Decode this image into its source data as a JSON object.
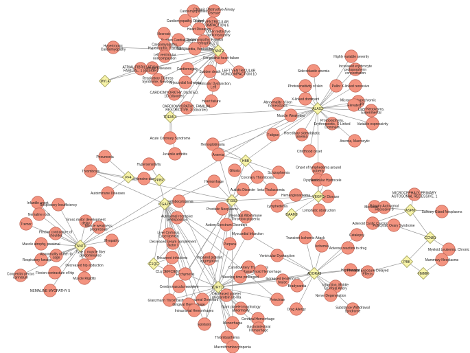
{
  "genes": [
    {
      "id": "TNNT2",
      "label": "TNNT2"
    },
    {
      "id": "MYL4",
      "label": "MYL4"
    },
    {
      "id": "TREML1",
      "label": "TREML1"
    },
    {
      "id": "ALAS2",
      "label": "ALAS2"
    },
    {
      "id": "HBB",
      "label": "HBB"
    },
    {
      "id": "PF4",
      "label": "PF4"
    },
    {
      "id": "PPBP",
      "label": "PPBP"
    },
    {
      "id": "ITGA2B",
      "label": "ITGA2B"
    },
    {
      "id": "ITGB3",
      "label": "ITGB3"
    },
    {
      "id": "VEGFC",
      "label": "VEGFC"
    },
    {
      "id": "DAAM2",
      "label": "DAAM2"
    },
    {
      "id": "ASPM",
      "label": "ASPM"
    },
    {
      "id": "CCNB1",
      "label": "CCNB1"
    },
    {
      "id": "PBK",
      "label": "PBK"
    },
    {
      "id": "HMMR",
      "label": "HMMR"
    },
    {
      "id": "TNNT1",
      "label": "TNNT1"
    },
    {
      "id": "C1QC",
      "label": "C1QC"
    },
    {
      "id": "ADORA3",
      "label": "ADORA3"
    },
    {
      "id": "P2RY12",
      "label": "P2RY12"
    }
  ],
  "diseases": [
    {
      "label": "Cardiomyopathies",
      "gene": "TNNT2"
    },
    {
      "label": "Chronic Obstructive Airway Disease",
      "gene": "TNNT2"
    },
    {
      "label": "Cardiomyopathy, Dilated",
      "gene": "TNNT2"
    },
    {
      "label": "LEFT VENTRICULAR NONCOMPACTION 6",
      "gene": "TNNT2"
    },
    {
      "label": "Heart Diseases",
      "gene": "TNNT2"
    },
    {
      "label": "Other restrictive cardiomyopathy",
      "gene": "TNNT2"
    },
    {
      "label": "Necrosis",
      "gene": "TNNT2"
    },
    {
      "label": "Sudden Cardiac Death",
      "gene": "TNNT2"
    },
    {
      "label": "Cardiomyopathy, Familial Hypertrophic, 2",
      "gene": "TNNT2"
    },
    {
      "label": "Hypertrophic Cardiomyopathy",
      "gene": "TNNT2"
    },
    {
      "label": "Cardiomyopathy, Hypertrophic, Familial",
      "gene": "TNNT2"
    },
    {
      "label": "Tachycardia, Ventricular",
      "gene": "TNNT2"
    },
    {
      "label": "Left ventricular noncompaction",
      "gene": "TNNT2"
    },
    {
      "label": "Congestive heart failure",
      "gene": "TNNT2"
    },
    {
      "label": "Cardiovascular Diseases",
      "gene": "TNNT2"
    },
    {
      "label": "Cardiomegaly",
      "gene": "TNNT2"
    },
    {
      "label": "Sudden death",
      "gene": "TNNT2"
    },
    {
      "label": "LEFT VENTRICULAR NONCOMPACTION 10",
      "gene": "TNNT2"
    },
    {
      "label": "Respiratory Distress Syndrome, Newborn",
      "gene": "TNNT2"
    },
    {
      "label": "Myocardial Ischemia",
      "gene": "TNNT2"
    },
    {
      "label": "Ventricular Dysfunction, Left",
      "gene": "TNNT2"
    },
    {
      "label": "CARDIOMYOPATHY, DILATED, 1D (disorder)",
      "gene": "TNNT2"
    },
    {
      "label": "Heart failure",
      "gene": "TNNT2"
    },
    {
      "label": "ATRIAL FIBRILLATION, FAMILIAL, 1 (disorder)",
      "gene": "MYL4"
    },
    {
      "label": "CARDIOMYOPATHY, FAMILIAL RESTRICTIVE, 3 (disorder)",
      "gene": "TNNT2"
    },
    {
      "label": "Acute Coronary Syndrome",
      "gene": "TREML1"
    },
    {
      "label": "Juvenile arthritis",
      "gene": "TREML1"
    },
    {
      "label": "Highly variable severity",
      "gene": "ALAS2"
    },
    {
      "label": "Sideroblastic anemia",
      "gene": "ALAS2"
    },
    {
      "label": "Increased erythrocyte protoporphyrin concentration",
      "gene": "ALAS2"
    },
    {
      "label": "Photosensitivity of skin",
      "gene": "ALAS2"
    },
    {
      "label": "Pallor",
      "gene": "ALAS2"
    },
    {
      "label": "X-linked recessive",
      "gene": "ALAS2"
    },
    {
      "label": "X-linked dominant",
      "gene": "ALAS2"
    },
    {
      "label": "Microcytic hypochromic anemia",
      "gene": "ALAS2"
    },
    {
      "label": "Elevated",
      "gene": "ALAS2"
    },
    {
      "label": "Abnormality of iron homeostasis",
      "gene": "ALAS2"
    },
    {
      "label": "Liver Neoplasms, Experimental",
      "gene": "ALAS2"
    },
    {
      "label": "Muscle Weakness",
      "gene": "ALAS2"
    },
    {
      "label": "Protoporphyria, Erythropoietic, X-Linked Dominant",
      "gene": "ALAS2"
    },
    {
      "label": "Variable expressivity",
      "gene": "ALAS2"
    },
    {
      "label": "Fatigue",
      "gene": "ALAS2"
    },
    {
      "label": "Hereditary sideroblastic anemia",
      "gene": "ALAS2"
    },
    {
      "label": "Anemia, Macrocytic",
      "gene": "ALAS2"
    },
    {
      "label": "Hemoglobinuria",
      "gene": "HBB"
    },
    {
      "label": "Anemia",
      "gene": "HBB"
    },
    {
      "label": "Childhood onset",
      "gene": "ALAS2"
    },
    {
      "label": "Pneumonia",
      "gene": "PF4"
    },
    {
      "label": "Thrombosis",
      "gene": "PF4"
    },
    {
      "label": "Hypersensitivity",
      "gene": "PPBP"
    },
    {
      "label": "Hypertensive disease",
      "gene": "PPBP"
    },
    {
      "label": "Autoimmune Diseases",
      "gene": "PF4"
    },
    {
      "label": "Gliosis",
      "gene": "HBB"
    },
    {
      "label": "Coronary Thrombosis",
      "gene": "ITGB3"
    },
    {
      "label": "Schizophrenia",
      "gene": "HBB"
    },
    {
      "label": "Onset of lymphedema around puberty",
      "gene": "VEGFC"
    },
    {
      "label": "Dysplastic toenails",
      "gene": "VEGFC"
    },
    {
      "label": "Testicular Hydrocele",
      "gene": "VEGFC"
    },
    {
      "label": "Hemorrhage",
      "gene": "ITGA2B"
    },
    {
      "label": "Autistic Disorder",
      "gene": "ITGB3"
    },
    {
      "label": "beta Thalassemia",
      "gene": "HBB"
    },
    {
      "label": "Hemangiosarcoma",
      "gene": "VEGFC"
    },
    {
      "label": "Milroy Disease",
      "gene": "VEGFC"
    },
    {
      "label": "MICROCEPHALY, PRIMARY AUTOSOMAL RECESSIVE, 1",
      "gene": "ASPM"
    },
    {
      "label": "Thrombocytopenia",
      "gene": "ITGA2B"
    },
    {
      "label": "Prostatic Neoplasms",
      "gene": "ITGB3"
    },
    {
      "label": "Neonatal Alloimmune Thrombocytopenia",
      "gene": "ITGB3"
    },
    {
      "label": "Lymphedema",
      "gene": "VEGFC"
    },
    {
      "label": "Lymphatic obstruction",
      "gene": "VEGFC"
    },
    {
      "label": "Microcephaly",
      "gene": "ASPM"
    },
    {
      "label": "Primary Autosomal Recessive 5",
      "gene": "ASPM"
    },
    {
      "label": "Salivary Gland Neoplasms",
      "gene": "ASPM"
    },
    {
      "label": "Autosomal recessive predisposition",
      "gene": "ITGA2B"
    },
    {
      "label": "Autism Spectrum Disorders",
      "gene": "ITGB3"
    },
    {
      "label": "Adenoid Cystic Carcinoma",
      "gene": "ASPM"
    },
    {
      "label": "Infantile onset",
      "gene": "TNNT1"
    },
    {
      "label": "Respiratory Insufficiency",
      "gene": "TNNT1"
    },
    {
      "label": "Liver Cirrhosis, Experimental",
      "gene": "ITGA2B"
    },
    {
      "label": "Transient Ischemic Attack",
      "gene": "ADORA3"
    },
    {
      "label": "Catalepsy",
      "gene": "ADORA3"
    },
    {
      "label": "Nemaline rods",
      "gene": "TNNT1"
    },
    {
      "label": "Gross motor development delay",
      "gene": "TNNT1"
    },
    {
      "label": "Tremor",
      "gene": "TNNT1"
    },
    {
      "label": "Muscle weakness, progressive",
      "gene": "TNNT1"
    },
    {
      "label": "Myocardial Infarction",
      "gene": "ITGB3"
    },
    {
      "label": "Ischemia",
      "gene": "ADORA3"
    },
    {
      "label": "Polycystic Ovary Syndrome",
      "gene": "CCNB1"
    },
    {
      "label": "Flexion contracture of shoulder",
      "gene": "TNNT1"
    },
    {
      "label": "Purpura",
      "gene": "ITGB3"
    },
    {
      "label": "Adverse reaction to drug",
      "gene": "ADORA3"
    },
    {
      "label": "Myeloid Leukemia, Chronic",
      "gene": "CCNB1"
    },
    {
      "label": "Muscle atrophy, proximal",
      "gene": "TNNT1"
    },
    {
      "label": "Myopathy",
      "gene": "TNNT1"
    },
    {
      "label": "Decreased serum complement factor I",
      "gene": "C1QC"
    },
    {
      "label": "Recurrent infections",
      "gene": "C1QC"
    },
    {
      "label": "Ventricular Dysfunction",
      "gene": "ADORA3"
    },
    {
      "label": "Mammary Neoplasms",
      "gene": "HMMR"
    },
    {
      "label": "Respiratory function loss",
      "gene": "TNNT1"
    },
    {
      "label": "Type 1 muscle fiber predominance",
      "gene": "TNNT1"
    },
    {
      "label": "Abnormality of the rib cage",
      "gene": "TNNT1"
    },
    {
      "label": "Impaired platelet aggregation",
      "gene": "P2RY12"
    },
    {
      "label": "Carotid Artery Thrombosis",
      "gene": "P2RY12"
    },
    {
      "label": "Subarachnoid Hemorrhage",
      "gene": "P2RY12"
    },
    {
      "label": "Hypotension",
      "gene": "ADORA3"
    },
    {
      "label": "Prenatal Exposure Delayed Effects",
      "gene": "PBK"
    },
    {
      "label": "Congenital pectus carinatum",
      "gene": "TNNT1"
    },
    {
      "label": "Flexion contracture of hip",
      "gene": "TNNT1"
    },
    {
      "label": "Decreased hip abduction",
      "gene": "TNNT1"
    },
    {
      "label": "C1q DEFICIENCY",
      "gene": "C1QC"
    },
    {
      "label": "Ecchymosis",
      "gene": "P2RY12"
    },
    {
      "label": "Bleeding time prolonged",
      "gene": "P2RY12"
    },
    {
      "label": "Increased tendency to bruise",
      "gene": "P2RY12"
    },
    {
      "label": "Infarction, Middle Cerebral Artery",
      "gene": "ADORA3"
    },
    {
      "label": "NEMALINE MYOPATHY 5",
      "gene": "TNNT1"
    },
    {
      "label": "Muscle Rigidity",
      "gene": "TNNT1"
    },
    {
      "label": "Cerebrovascular accident",
      "gene": "P2RY12"
    },
    {
      "label": "Decreased platelet glycoprotein IIb-IIIa",
      "gene": "P2RY12"
    },
    {
      "label": "Bradycardia",
      "gene": "ADORA3"
    },
    {
      "label": "Glanzmann Thrombasthenia",
      "gene": "ITGA2B"
    },
    {
      "label": "Autosomal Dominant",
      "gene": "ITGA2B"
    },
    {
      "label": "Gingival Hemorrhage",
      "gene": "P2RY12"
    },
    {
      "label": "Petechiae",
      "gene": "P2RY12"
    },
    {
      "label": "Nerve Degeneration",
      "gene": "ADORA3"
    },
    {
      "label": "Intracranial Hemorrhages",
      "gene": "P2RY12"
    },
    {
      "label": "Giant platelet morphology abnormality",
      "gene": "P2RY12"
    },
    {
      "label": "Drug Allergy",
      "gene": "ADORA3"
    },
    {
      "label": "Substance Withdrawal Syndrome",
      "gene": "ADORA3"
    },
    {
      "label": "Epistaxis",
      "gene": "P2RY12"
    },
    {
      "label": "Menorrhagia",
      "gene": "P2RY12"
    },
    {
      "label": "Cerebral Hemorrhage",
      "gene": "P2RY12"
    },
    {
      "label": "Thrombasthenia",
      "gene": "P2RY12"
    },
    {
      "label": "Gastrointestinal Hemorrhage",
      "gene": "P2RY12"
    },
    {
      "label": "Macrothrombocytopenia",
      "gene": "P2RY12"
    }
  ],
  "colors": {
    "disease_fill": "#f3937f",
    "gene_fill": "#f7f3a8",
    "edge": "#9a9a9a"
  }
}
